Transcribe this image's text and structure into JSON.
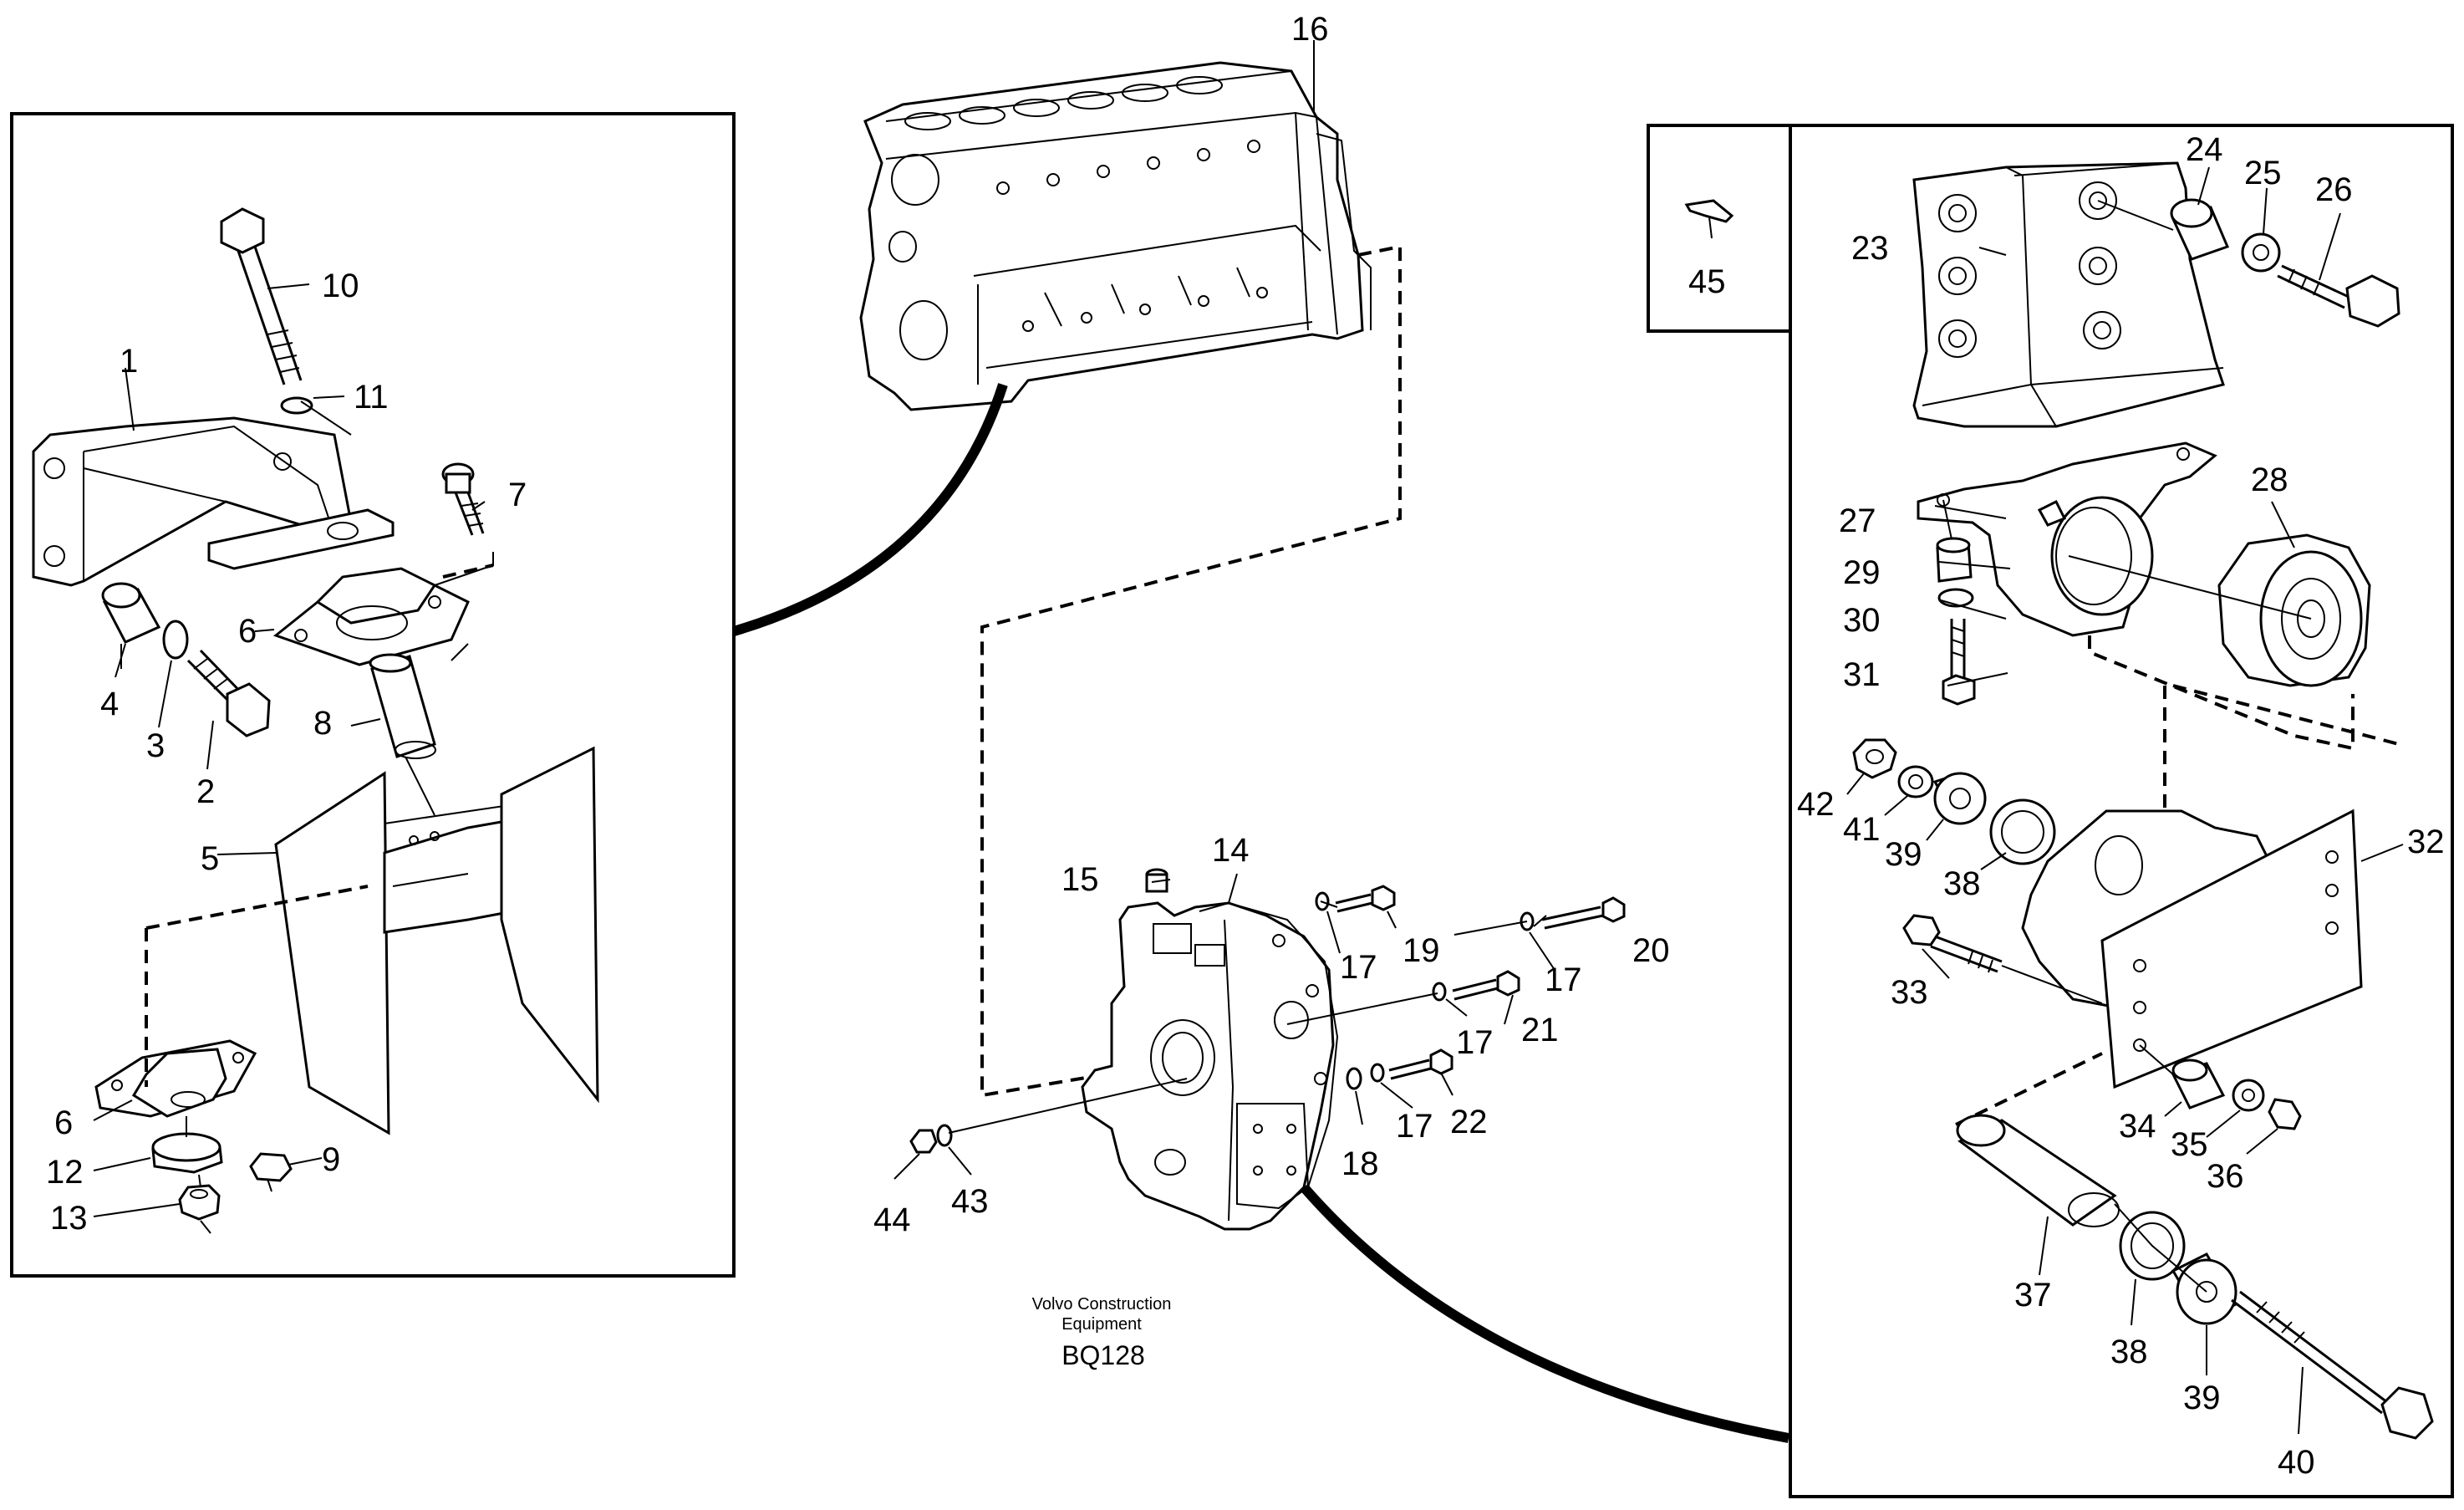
{
  "caption": {
    "line1": "Volvo Construction",
    "line2": "Equipment",
    "code": "BQ128"
  },
  "labels": {
    "p1": "1",
    "p2": "2",
    "p3": "3",
    "p4": "4",
    "p5": "5",
    "p6a": "6",
    "p6b": "6",
    "p7": "7",
    "p8": "8",
    "p9": "9",
    "p10": "10",
    "p11": "11",
    "p12": "12",
    "p13": "13",
    "p14": "14",
    "p15": "15",
    "p16": "16",
    "p17a": "17",
    "p17b": "17",
    "p17c": "17",
    "p17d": "17",
    "p18": "18",
    "p19": "19",
    "p20": "20",
    "p21": "21",
    "p22": "22",
    "p23": "23",
    "p24": "24",
    "p25": "25",
    "p26": "26",
    "p27": "27",
    "p28": "28",
    "p29": "29",
    "p30": "30",
    "p31": "31",
    "p32": "32",
    "p33": "33",
    "p34": "34",
    "p35": "35",
    "p36": "36",
    "p37": "37",
    "p38a": "38",
    "p38b": "38",
    "p39a": "39",
    "p39b": "39",
    "p40": "40",
    "p41": "41",
    "p42": "42",
    "p43": "43",
    "p44": "44",
    "p45": "45"
  }
}
